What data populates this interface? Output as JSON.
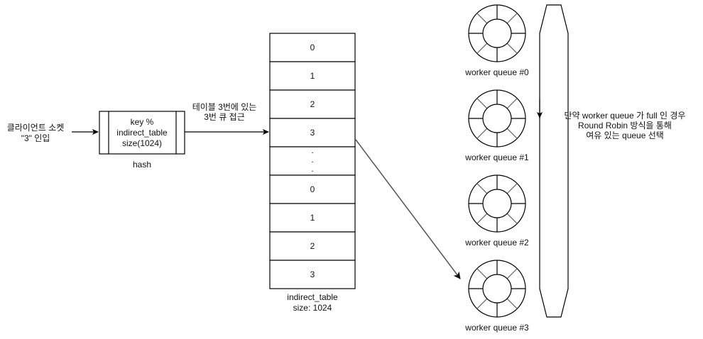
{
  "client": {
    "label_line1": "클라이언트 소켓",
    "label_line2": "\"3\" 인입"
  },
  "hash": {
    "line1": "key %",
    "line2": "indirect_table",
    "line3": "size(1024)",
    "caption": "hash"
  },
  "edge_hash_to_table": {
    "label_line1": "테이블 3번에 있는",
    "label_line2": "3번 큐 접근"
  },
  "indirect_table": {
    "cells": [
      "0",
      "1",
      "2",
      "3",
      "...",
      "0",
      "1",
      "2",
      "3"
    ],
    "caption_line1": "indirect_table",
    "caption_line2": "size: 1024"
  },
  "worker_queues": [
    {
      "label": "worker queue #0"
    },
    {
      "label": "worker queue #1"
    },
    {
      "label": "worker queue #2"
    },
    {
      "label": "worker queue #3"
    }
  ],
  "round_robin_note": {
    "line1": "만약 worker queue 가 full 인 경우",
    "line2": "Round Robin 방식을 통해",
    "line3": "여유 있는 queue 선택"
  },
  "colors": {
    "stroke": "#000000",
    "connector": "#555555",
    "spoke": "#666666",
    "background": "#ffffff"
  }
}
